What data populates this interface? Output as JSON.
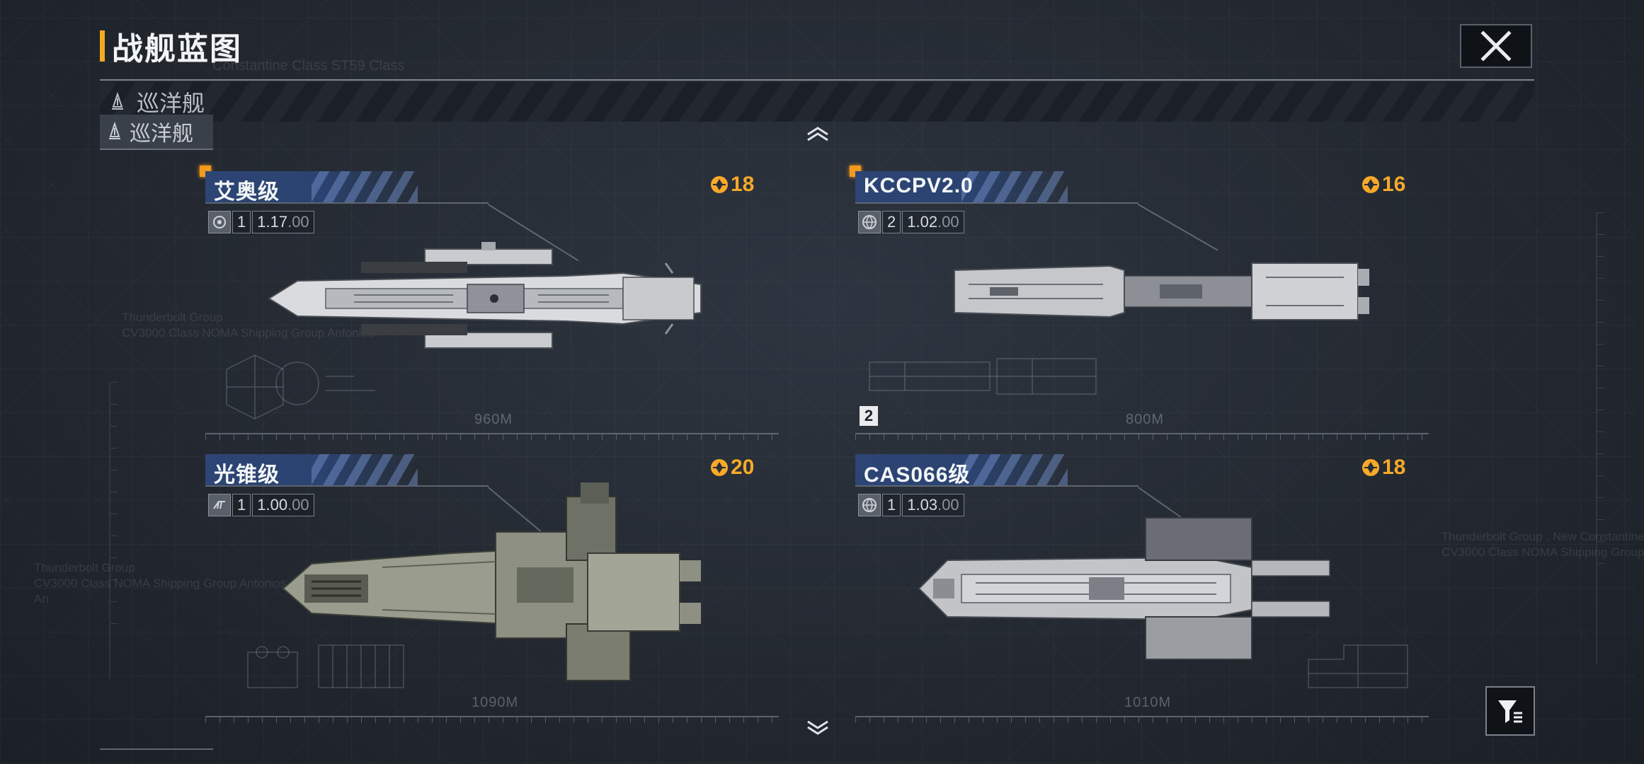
{
  "header": {
    "title": "战舰蓝图",
    "ghost_subtitle": "Constantine Class ST59 Class"
  },
  "category": {
    "bar_label": "巡洋舰",
    "chip_label": "巡洋舰"
  },
  "background_text": {
    "left_top": "Thunderbolt Group\nCV3000 Class NOMA Shipping Group Antonios",
    "left_bottom": "Thunderbolt Group\nCV3000 Class NOMA Shipping Group Antonios\nAn",
    "right": "Thunderbolt Group , New Constantine\nCV3000 Class NOMA Shipping Group"
  },
  "ships": [
    {
      "name": "艾奥级",
      "cost": "18",
      "tier": "1",
      "stat_value": "1.17",
      "stat_dim": ".00",
      "length": "960M",
      "icon": "faction-gear-icon",
      "new": true
    },
    {
      "name": "KCCPV2.0",
      "cost": "16",
      "tier": "2",
      "stat_value": "1.02",
      "stat_dim": ".00",
      "length": "800M",
      "icon": "globe-icon",
      "new": true,
      "tier_badge": "2"
    },
    {
      "name": "光锥级",
      "cost": "20",
      "tier": "1",
      "stat_value": "1.00",
      "stat_dim": ".00",
      "length": "1090M",
      "icon": "arrow-faction-icon",
      "new": false
    },
    {
      "name": "CAS066级",
      "cost": "18",
      "tier": "1",
      "stat_value": "1.03",
      "stat_dim": ".00",
      "length": "1010M",
      "icon": "globe-icon",
      "new": false
    }
  ],
  "colors": {
    "accent": "#f2a922",
    "cost": "#f7a928",
    "name_tag": "#2c4575",
    "new_dot": "#f29a1e"
  },
  "icons": [
    "close-icon",
    "cruiser-icon",
    "chevron-up-icon",
    "chevron-down-icon",
    "filter-icon",
    "cost-icon"
  ]
}
